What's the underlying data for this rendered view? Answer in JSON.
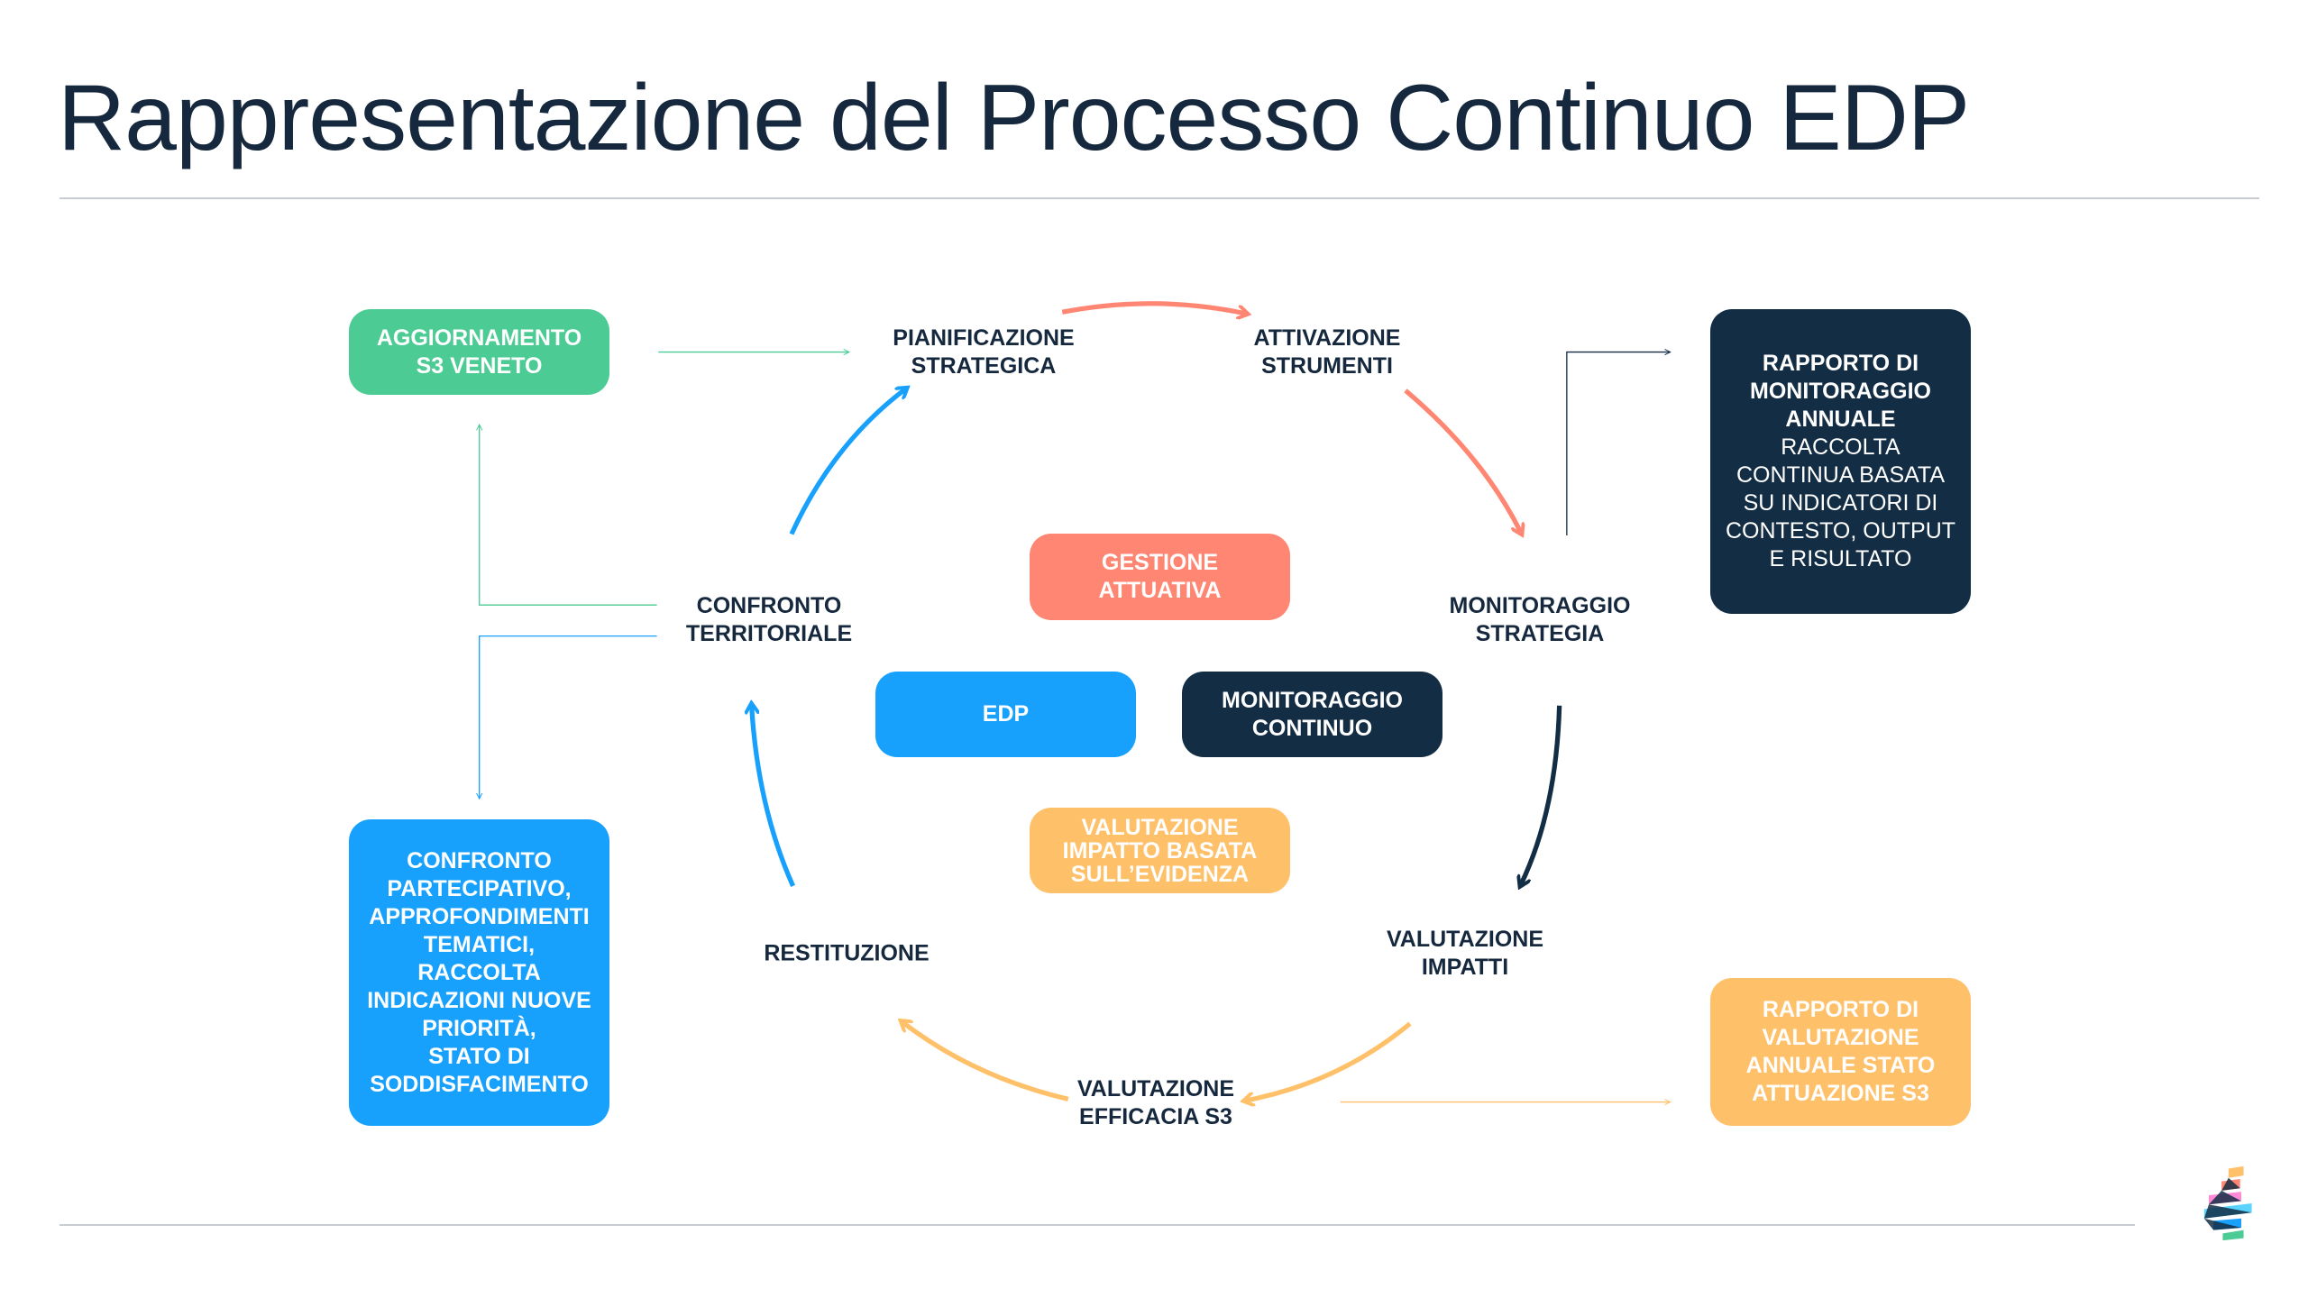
{
  "title": "Rappresentazione del Processo Continuo EDP",
  "colors": {
    "green": "#4ccb94",
    "navy": "#132d44",
    "salmon": "#ff8672",
    "blue": "#17a0fc",
    "orange": "#ffc06a",
    "text": "#15283d"
  },
  "boxes": {
    "aggiornamento": [
      "AGGIORNAMENTO",
      "S3 VENETO"
    ],
    "rapporto_monitoraggio": {
      "bold": [
        "RAPPORTO DI",
        "MONITORAGGIO",
        "ANNUALE"
      ],
      "regular": [
        "RACCOLTA",
        "CONTINUA BASATA",
        "SU INDICATORI DI",
        "CONTESTO, OUTPUT",
        "E RISULTATO"
      ]
    },
    "gestione": [
      "GESTIONE",
      "ATTUATIVA"
    ],
    "edp": [
      "EDP"
    ],
    "monitoraggio_continuo": [
      "MONITORAGGIO",
      "CONTINUO"
    ],
    "valutazione_impatto": [
      "VALUTAZIONE",
      "IMPATTO BASATA",
      "SULL’EVIDENZA"
    ],
    "confronto_partecipativo": [
      "CONFRONTO",
      "PARTECIPATIVO,",
      "APPROFONDIMENTI",
      "TEMATICI,",
      "RACCOLTA",
      "INDICAZIONI NUOVE",
      "PRIORITÀ,",
      "STATO DI",
      "SODDISFACIMENTO"
    ],
    "rapporto_valutazione": [
      "RAPPORTO DI",
      "VALUTAZIONE",
      "ANNUALE STATO",
      "ATTUAZIONE S3"
    ]
  },
  "cycle": {
    "pianificazione": [
      "PIANIFICAZIONE",
      "STRATEGICA"
    ],
    "attivazione": [
      "ATTIVAZIONE",
      "STRUMENTI"
    ],
    "monitoraggio": [
      "MONITORAGGIO",
      "STRATEGIA"
    ],
    "valutazione_impatti": [
      "VALUTAZIONE",
      "IMPATTI"
    ],
    "valutazione_efficacia": [
      "VALUTAZIONE",
      "EFFICACIA S3"
    ],
    "restituzione": [
      "RESTITUZIONE"
    ],
    "confronto": [
      "CONFRONTO",
      "TERRITORIALE"
    ]
  }
}
